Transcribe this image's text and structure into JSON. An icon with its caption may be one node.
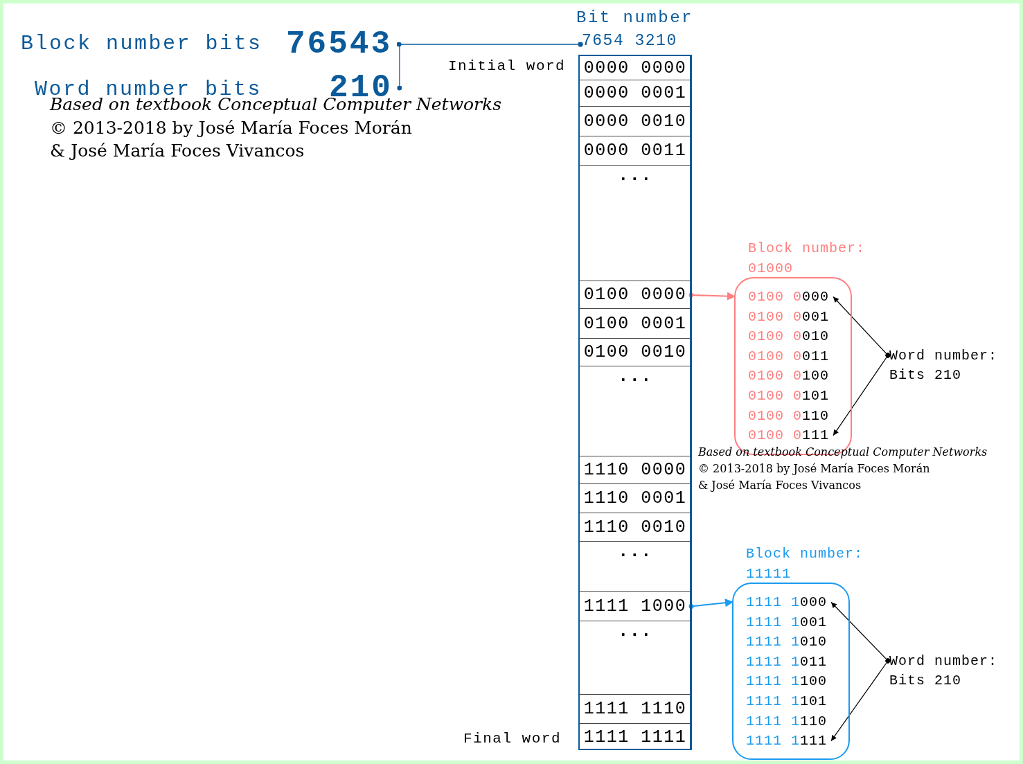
{
  "diagram": {
    "nodes": [
      {
        "text": [
          "76543"
        ],
        "beside": [
          "Block number bits"
        ]
      },
      {
        "text": [
          "210"
        ]
      },
      {
        "text": [
          "7654 3210"
        ],
        "beside": [
          "Bit number"
        ]
      },
      {
        "text": [],
        "shape": "box"
      },
      {
        "text": [
          "0000 0000"
        ],
        "in": 3,
        "beside": [
          "Initial word"
        ]
      },
      {
        "text": [
          "0000 0001"
        ],
        "in": 3
      },
      {
        "text": [
          "0000 0010"
        ],
        "in": 3
      },
      {
        "text": [
          "0000 0011"
        ],
        "in": 3
      },
      {
        "text": [
          "..."
        ],
        "in": 3
      },
      {
        "text": [
          "0100 0000"
        ],
        "in": 3
      },
      {
        "text": [
          "0100 0001"
        ],
        "in": 3
      },
      {
        "text": [
          "0100 0010"
        ],
        "in": 3
      },
      {
        "text": [
          "..."
        ],
        "in": 3
      },
      {
        "text": [
          "1110 0000"
        ],
        "in": 3
      },
      {
        "text": [
          "1110 0001"
        ],
        "in": 3
      },
      {
        "text": [
          "1110 0010"
        ],
        "in": 3
      },
      {
        "text": [
          "..."
        ],
        "in": 3
      },
      {
        "text": [
          "1111 1000"
        ],
        "in": 3
      },
      {
        "text": [
          "..."
        ],
        "in": 3
      },
      {
        "text": [
          "1111 1110"
        ],
        "in": 3
      },
      {
        "text": [
          "1111 1111"
        ],
        "in": 3,
        "beside": [
          "Final word"
        ]
      },
      {
        "text": [
          "Block number: 01000"
        ]
      },
      {
        "text": [
          "0100 0000"
        ],
        "in": 21
      },
      {
        "text": [
          "0100 0001"
        ],
        "in": 21
      },
      {
        "text": [
          "0100 0010"
        ],
        "in": 21
      },
      {
        "text": [
          "0100 0011"
        ],
        "in": 21
      },
      {
        "text": [
          "0100 0100"
        ],
        "in": 21
      },
      {
        "text": [
          "0100 0101"
        ],
        "in": 21
      },
      {
        "text": [
          "0100 0110"
        ],
        "in": 21
      },
      {
        "text": [
          "0100 0111"
        ],
        "in": 21
      },
      {
        "text": [
          "Word number: Bits 210"
        ]
      },
      {
        "text": [
          "Block number: 11111"
        ]
      },
      {
        "text": [
          "1111 1000"
        ],
        "in": 31
      },
      {
        "text": [
          "1111 1001"
        ],
        "in": 31
      },
      {
        "text": [
          "1111 1010"
        ],
        "in": 31
      },
      {
        "text": [
          "1111 1011"
        ],
        "in": 31
      },
      {
        "text": [
          "1111 1100"
        ],
        "in": 31
      },
      {
        "text": [
          "1111 1101"
        ],
        "in": 31
      },
      {
        "text": [
          "1111 1110"
        ],
        "in": 31
      },
      {
        "text": [
          "1111 1111"
        ],
        "in": 31
      },
      {
        "text": [
          "Word number: Bits 210"
        ]
      }
    ],
    "edges": [
      {
        "from": 0,
        "to": 2,
        "arrow": "other",
        "color": "#0b5a9a"
      },
      {
        "from": 1,
        "to": 2,
        "arrow": "other",
        "color": "#0b5a9a"
      },
      {
        "from": 9,
        "to": 21,
        "arrow": "to",
        "color": "#ff7f7f"
      },
      {
        "from": 30,
        "to": 22,
        "arrow": "to"
      },
      {
        "from": 30,
        "to": 29,
        "arrow": "to"
      },
      {
        "from": 17,
        "to": 31,
        "arrow": "to",
        "color": "#1a9bf0"
      },
      {
        "from": 40,
        "to": 32,
        "arrow": "to"
      },
      {
        "from": 40,
        "to": 39,
        "arrow": "to"
      }
    ],
    "labels": [
      "Word number bits",
      "Based on textbook Conceptual Computer Networks",
      "© 2013-2018 by José María Foces Morán",
      "& José María Foces Vivancos",
      "Based on textbook Conceptual Computer Networks",
      "© 2013-2018 by José María Foces Morán",
      "& José María Foces Vivancos"
    ]
  }
}
